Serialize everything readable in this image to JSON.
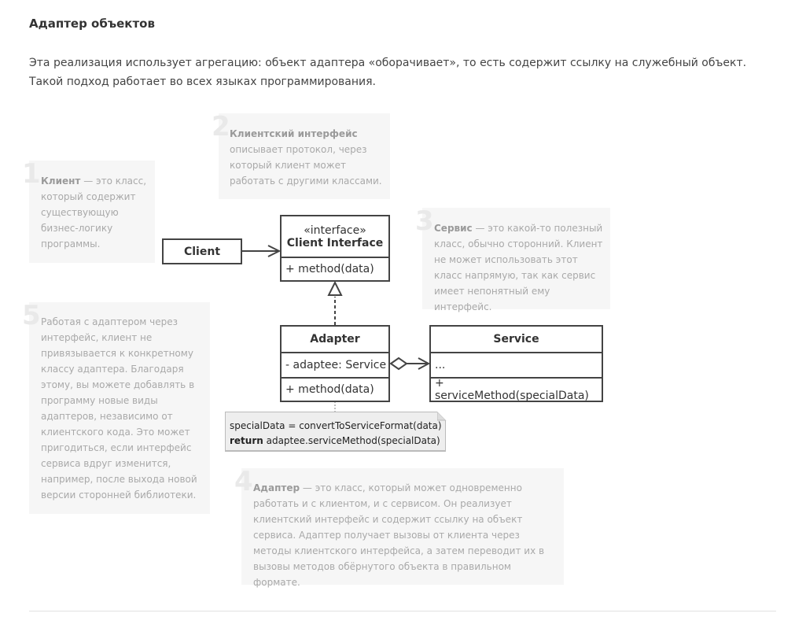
{
  "heading": "Адаптер объектов",
  "intro": "Эта реализация использует агрегацию: объект адаптера «оборачивает», то есть содержит ссылку на служебный объект. Такой подход работает во всех языках программирования.",
  "notes": {
    "n1": {
      "number": "1",
      "bold": "Клиент",
      "text": " — это класс, который содержит существующую бизнес-логику программы."
    },
    "n2": {
      "number": "2",
      "bold": "Клиентский интерфейс",
      "text": " описывает протокол, через который клиент может работать с другими классами."
    },
    "n3": {
      "number": "3",
      "bold": "Сервис",
      "text": " — это какой-то полезный класс, обычно сторонний. Клиент не может использовать этот класс напрямую, так как сервис имеет непонятный ему интерфейс."
    },
    "n4": {
      "number": "4",
      "bold": "Адаптер",
      "text": " — это класс, который может одновременно работать и с клиентом, и с сервисом. Он реализует клиентский интерфейс и содержит ссылку на объект сервиса. Адаптер получает вызовы от клиента через методы клиентского интерфейса, а затем переводит их в вызовы методов обёрнутого объекта в правильном формате."
    },
    "n5": {
      "number": "5",
      "text": "Работая с адаптером через интерфейс, клиент не привязывается к конкретному классу адаптера. Благодаря этому, вы можете добавлять в программу новые виды адаптеров, независимо от клиентского кода. Это может пригодиться, если интерфейс сервиса вдруг изменится, например, после выхода новой версии сторонней библиотеки."
    }
  },
  "uml": {
    "client": {
      "name": "Client"
    },
    "client_interface": {
      "stereotype": "«interface»",
      "name": "Client Interface",
      "method": "+ method(data)"
    },
    "adapter": {
      "name": "Adapter",
      "field": "- adaptee: Service",
      "method": "+ method(data)"
    },
    "service": {
      "name": "Service",
      "field": "...",
      "method": "+ serviceMethod(specialData)"
    }
  },
  "code": {
    "line1": "specialData = convertToServiceFormat(data)",
    "line2_keyword": "return",
    "line2_rest": " adaptee.serviceMethod(specialData)"
  }
}
